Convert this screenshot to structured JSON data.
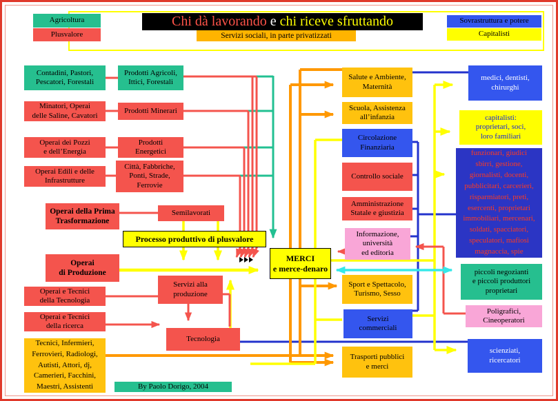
{
  "header": {
    "agricoltura": "Agricoltura",
    "plusvalore": "Plusvalore",
    "title": {
      "part_red": "Chi dà lavorando",
      "part_white": " e ",
      "part_yellow": "chi riceve sfruttando"
    },
    "servizi_sociali": "Servizi sociali, in parte privatizzati",
    "sovrastruttura": "Sovrastruttura e potere",
    "capitalisti": "Capitalisti"
  },
  "boxes": {
    "contadini": "Contadini, Pastori,\nPescatori, Forestali",
    "prodotti_agricoli": "Prodotti Agricoli,\nIttici, Forestali",
    "minatori": "Minatori, Operai\ndelle Saline, Cavatori",
    "prodotti_minerari": "Prodotti Minerari",
    "operai_pozzi": "Operai dei Pozzi\ne dell’Energia",
    "prodotti_energetici": "Prodotti\nEnergetici",
    "operai_edili": "Operai Edili e delle\nInfrastrutture",
    "citta": "Città, Fabbriche,\nPonti, Strade,\nFerrovie",
    "operai_prima": "Operai della Prima\nTrasformazione",
    "semilavorati": "Semilavorati",
    "processo": "Processo produttivo di plusvalore",
    "operai_produzione": "Operai\ndi Produzione",
    "operai_tecnologia": "Operai e Tecnici\ndella Tecnologia",
    "operai_ricerca": "Operai e Tecnici\ndella ricerca",
    "servizi_produzione": "Servizi alla\nproduzione",
    "tecnologia": "Tecnologia",
    "tecnici_infermieri": "Tecnici, Infermieri,\nFerrovieri, Radiologi,\nAutisti, Attori, dj,\nCamerieri, Facchini,\nMaestri, Assistenti",
    "merci": "MERCI\ne merce-denaro",
    "byline": "By Paolo Dorigo, 2004",
    "salute": "Salute e Ambiente,\nMaternità",
    "scuola": "Scuola, Assistenza\nall’infanzia",
    "circolazione": "Circolazione\nFinanziaria",
    "controllo": "Controllo sociale",
    "amministrazione": "Amministrazione\nStatale e giustizia",
    "informazione": "Informazione,\nuniversità\ned editoria",
    "sport": "Sport e Spettacolo,\nTurismo, Sesso",
    "servizi_commerciali": "Servizi\ncommerciali",
    "trasporti": "Trasporti pubblici\ne merci",
    "medici": "medici, dentisti,\nchirurghi",
    "capitalisti_gruppo": "capitalisti:\nproprietari, soci,\nloro familiari",
    "funzionari": "funzionari, giudici\nsbirri, gestione,\ngiornalisti, docenti,\npubblicitari, carcerieri,\nrisparmiatori, preti,\nesercenti, proprietari\nimmobiliari, mercenari,\nsoldati, spacciatori,\nspeculatori, mafiosi\nmagnaccia, spie",
    "piccoli_negozianti": "piccoli negozianti\ne piccoli produttori\nproprietari",
    "poligrafici": "Poligrafici,\nCineoperatori",
    "scienziati": "scienziati,\nricercatori"
  },
  "colors": {
    "page_border": "#e0392b",
    "teal": "#26bf8f",
    "red": "#f4544d",
    "gold": "#ffc20e",
    "orange_box": "#ffb400",
    "royal_blue": "#3456ee",
    "navy": "#2b35c4",
    "navy_text": "#ff3b1f",
    "yellow": "#ffff00",
    "pink": "#f9a6d7",
    "cyan_line": "#35e9e9",
    "orange_line": "#ff9800",
    "blue_line": "#2333cc",
    "title_red": "#ff5349"
  }
}
